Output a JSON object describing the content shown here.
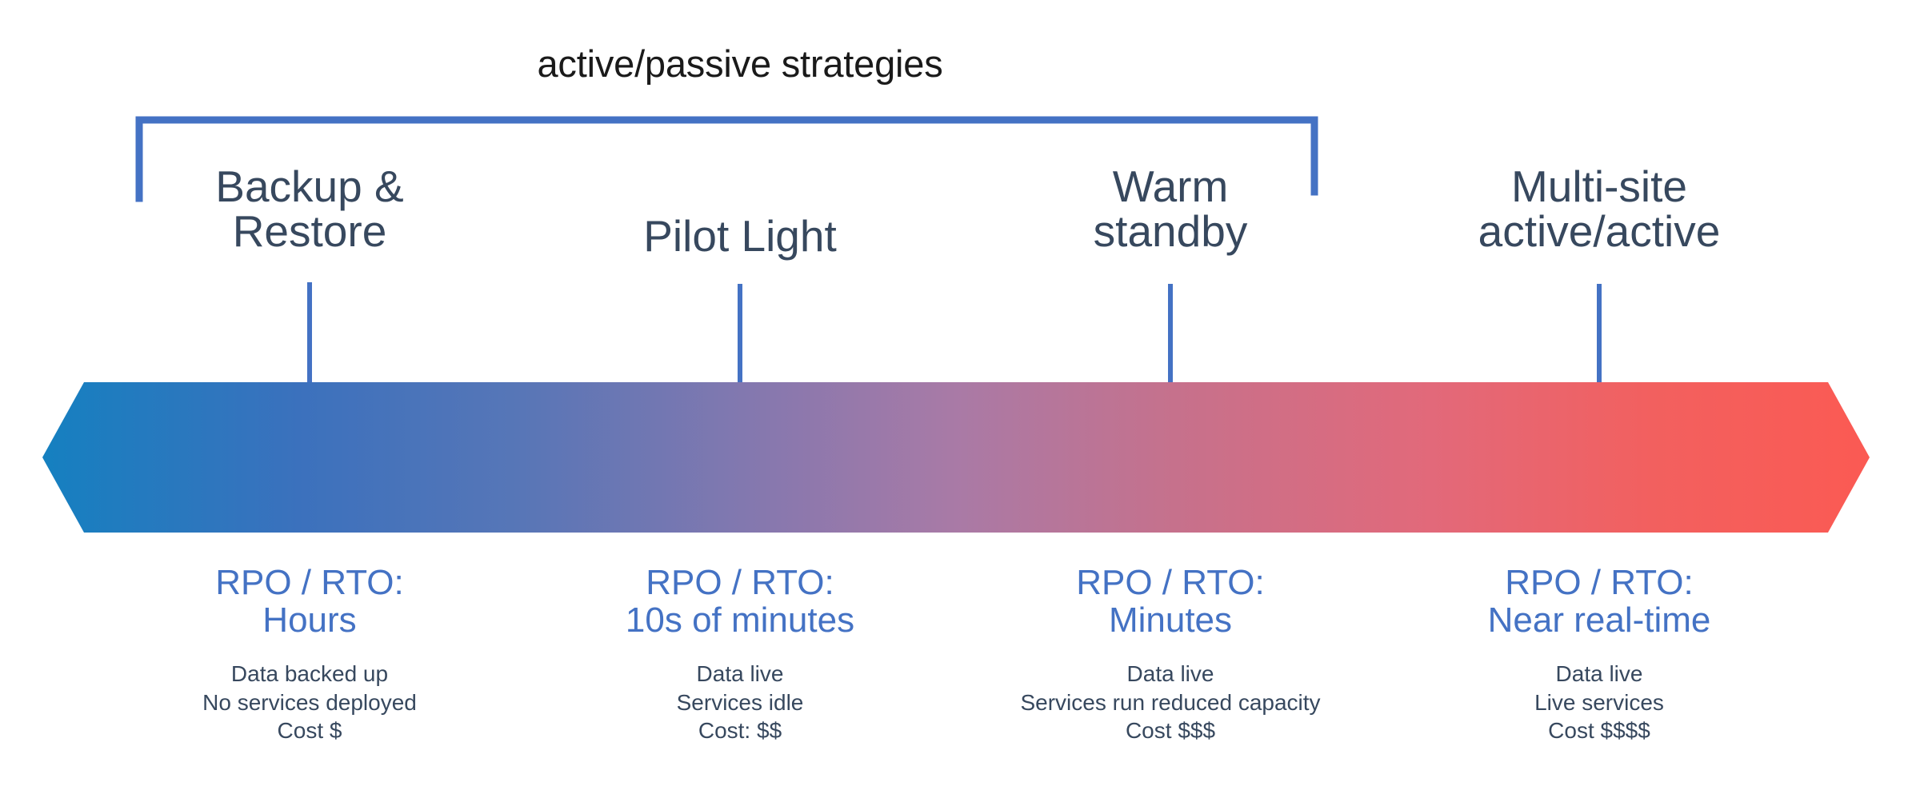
{
  "diagram": {
    "title": "active/passive strategies",
    "group_bracket": {
      "label": "active/passive strategies",
      "covers": [
        "Backup & Restore",
        "Pilot Light",
        "Warm standby"
      ],
      "color": "#4472C4"
    },
    "spectrum": {
      "shape": "double-headed-arrow",
      "gradient_stops": [
        "#1580C0",
        "#3C71BD",
        "#5A76B8",
        "#A97AA6",
        "#C6718C",
        "#EC6672",
        "#FB5A53"
      ],
      "left_meaning": "lowest cost / longest RPO-RTO",
      "right_meaning": "highest cost / shortest RPO-RTO"
    },
    "label_color": "#37485E",
    "accent_color": "#4472C4",
    "strategies": [
      {
        "id": "backup-restore",
        "name_line1": "Backup &",
        "name_line2": "Restore",
        "rpo_rto_label": "RPO / RTO:",
        "rpo_rto_value": "Hours",
        "attributes": [
          "Data backed up",
          "No services deployed",
          "Cost $"
        ],
        "in_active_passive_group": true
      },
      {
        "id": "pilot-light",
        "name_line1": "Pilot Light",
        "name_line2": "",
        "rpo_rto_label": "RPO / RTO:",
        "rpo_rto_value": "10s of minutes",
        "attributes": [
          "Data live",
          "Services idle",
          "Cost: $$"
        ],
        "in_active_passive_group": true
      },
      {
        "id": "warm-standby",
        "name_line1": "Warm",
        "name_line2": "standby",
        "rpo_rto_label": "RPO / RTO:",
        "rpo_rto_value": "Minutes",
        "attributes": [
          "Data live",
          "Services run reduced capacity",
          "Cost $$$"
        ],
        "in_active_passive_group": true
      },
      {
        "id": "multi-site-active-active",
        "name_line1": "Multi-site",
        "name_line2": "active/active",
        "rpo_rto_label": "RPO / RTO:",
        "rpo_rto_value": "Near real-time",
        "attributes": [
          "Data live",
          "Live services",
          "Cost $$$$"
        ],
        "in_active_passive_group": false
      }
    ]
  }
}
